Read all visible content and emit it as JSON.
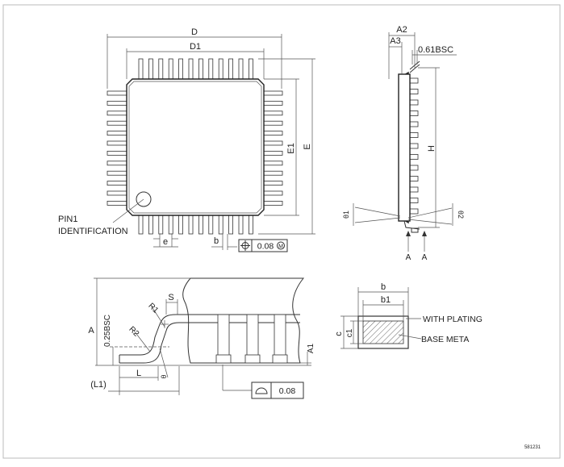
{
  "labels": {
    "D": "D",
    "D1": "D1",
    "E1": "E1",
    "E": "E",
    "A2": "A2",
    "A3": "A3",
    "lead_pitch_side": "0.61BSC",
    "H": "H",
    "theta1": "θ1",
    "theta2": "θ2",
    "section_A_left": "A",
    "section_A_right": "A",
    "pin1_line1": "PIN1",
    "pin1_line2": "IDENTIFICATION",
    "e": "e",
    "b_top": "b",
    "position_tolerance": "0.08",
    "mmc_symbol": "M",
    "S": "S",
    "R1": "R1",
    "R2": "R2",
    "A": "A",
    "gauge": "0.25BSC",
    "A1": "A1",
    "L": "L",
    "L1": "(L1)",
    "theta": "θ",
    "coplanarity": "0.08",
    "b_section": "b",
    "b1": "b1",
    "c": "c",
    "c1": "c1",
    "with_plating": "WITH PLATING",
    "base_metal": "BASE META",
    "footer_code": "581231"
  },
  "style": {
    "line_color": "#333333",
    "hatch_color": "#666666"
  }
}
